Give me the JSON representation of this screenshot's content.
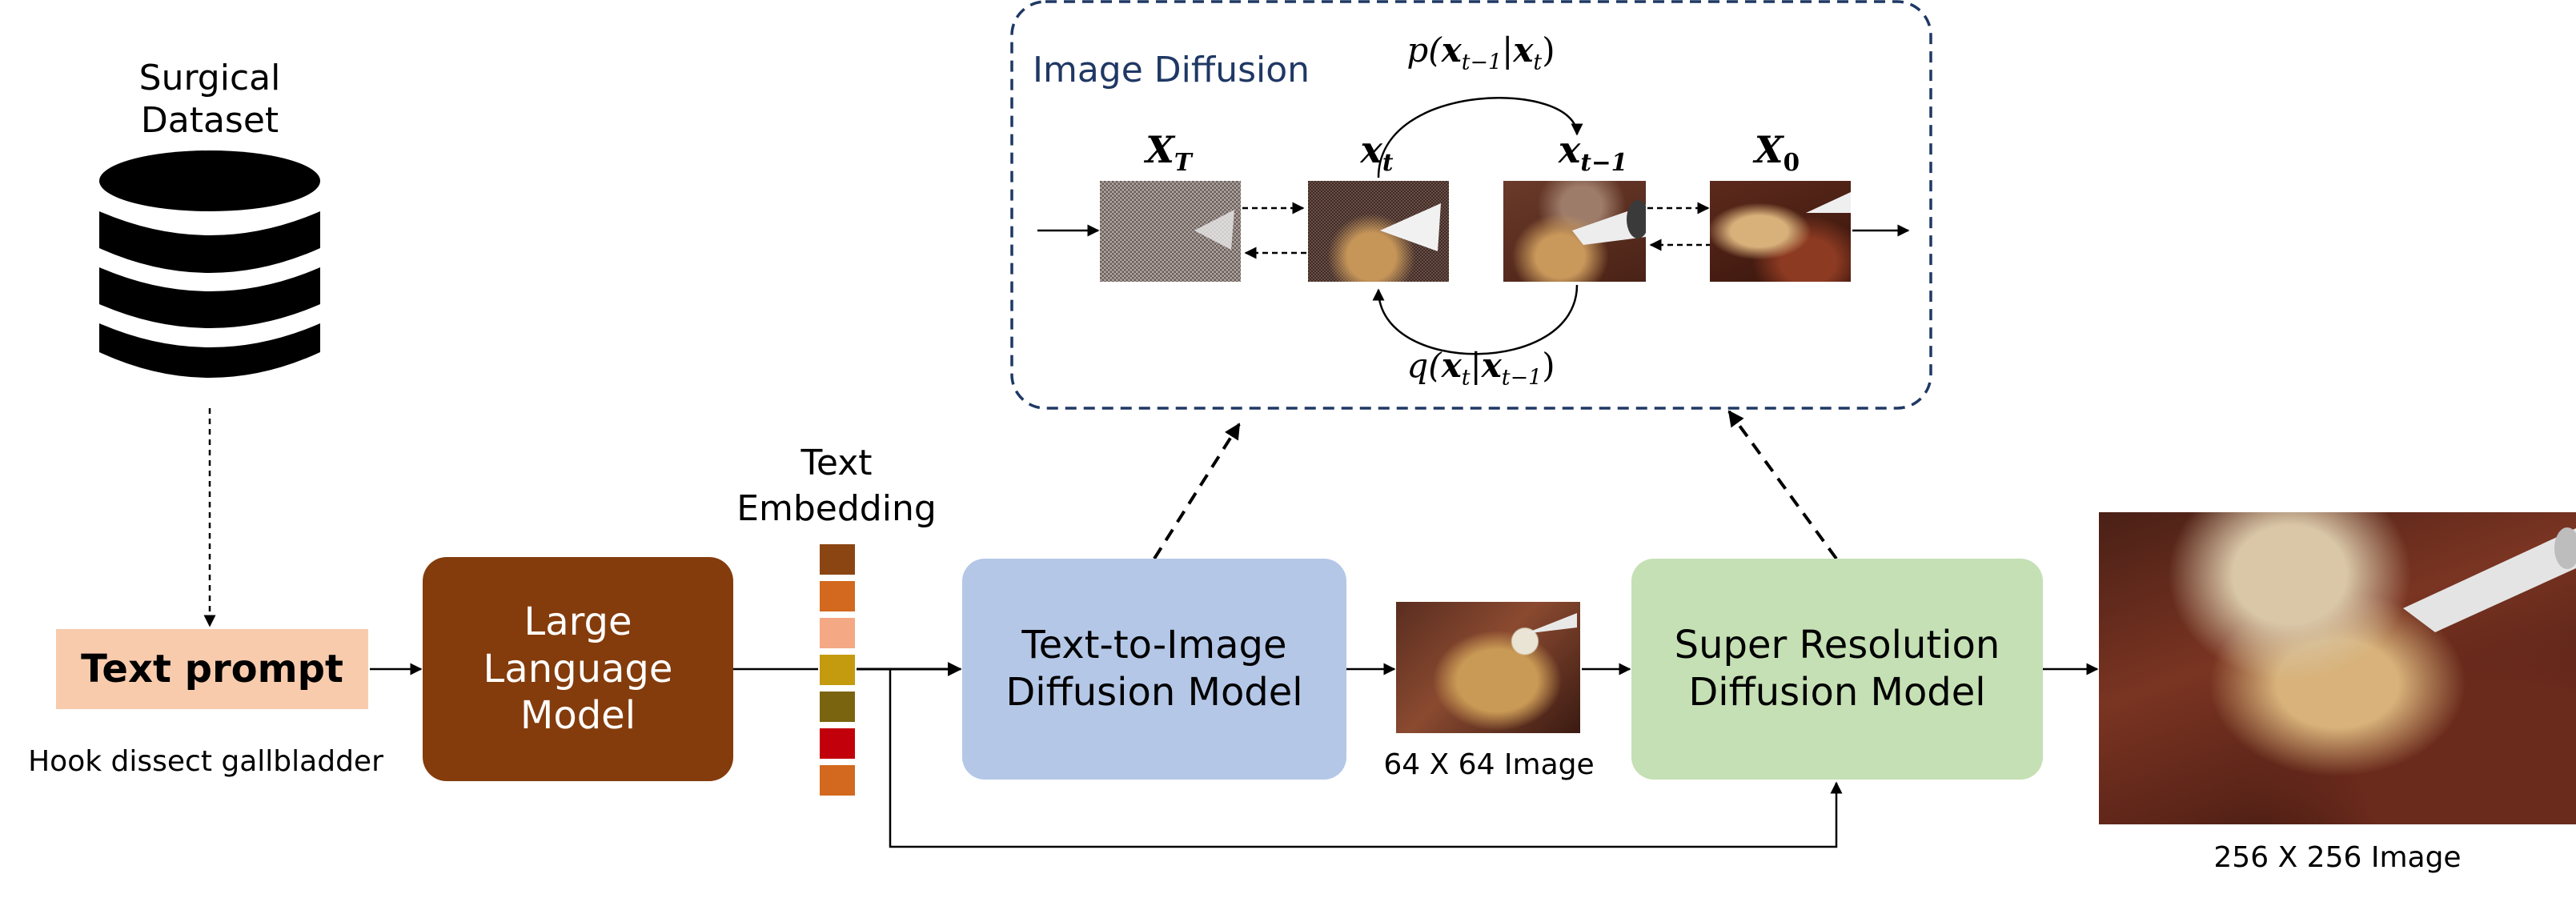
{
  "dataset": {
    "label_line1": "Surgical",
    "label_line2": "Dataset"
  },
  "text_prompt": {
    "label": "Text prompt",
    "caption": "Hook dissect gallbladder"
  },
  "llm": {
    "line1": "Large",
    "line2": "Language",
    "line3": "Model"
  },
  "embedding": {
    "label_line1": "Text",
    "label_line2": "Embedding",
    "colors": [
      "#8B4513",
      "#D2691E",
      "#F4A884",
      "#C49A0F",
      "#7A6410",
      "#C2000B",
      "#D2691E"
    ]
  },
  "t2i": {
    "line1": "Text-to-Image",
    "line2": "Diffusion Model"
  },
  "img64": {
    "caption": "64 X 64 Image"
  },
  "sr": {
    "line1": "Super Resolution",
    "line2": "Diffusion Model"
  },
  "img256": {
    "caption": "256 X 256 Image"
  },
  "diffusion": {
    "title": "Image Diffusion",
    "labels": {
      "xT": "X",
      "xT_sub": "T",
      "xt": "x",
      "xt_sub": "t",
      "xtm1": "x",
      "xtm1_sub": "t−1",
      "x0": "X",
      "x0_sub": "0"
    },
    "p_label": {
      "prefix": "p(",
      "a": "x",
      "a_sub": "t−1",
      "bar": "|",
      "b": "x",
      "b_sub": "t",
      "suffix": ")"
    },
    "q_label": {
      "prefix": "q(",
      "a": "x",
      "a_sub": "t",
      "bar": "|",
      "b": "x",
      "b_sub": "t−1",
      "suffix": ")"
    }
  },
  "colors": {
    "prompt_bg": "#F8CBAD",
    "llm_bg": "#843C0C",
    "t2i_bg": "#B4C7E7",
    "sr_bg": "#C5E0B4",
    "dashed_border": "#1F3864",
    "title": "#1F3864"
  }
}
